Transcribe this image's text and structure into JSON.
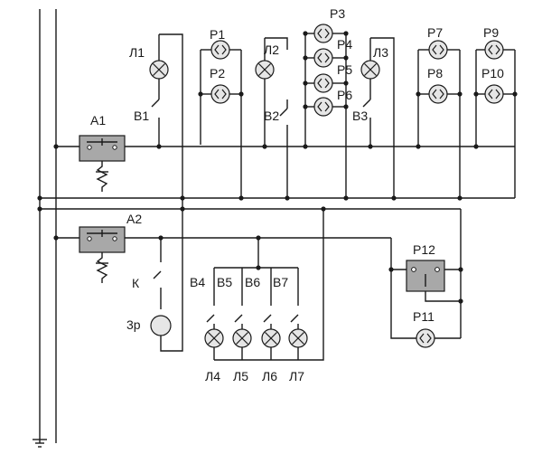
{
  "labels": {
    "A1": "A1",
    "A2": "A2",
    "L1": "Л1",
    "L2": "Л2",
    "L3": "Л3",
    "L4": "Л4",
    "L5": "Л5",
    "L6": "Л6",
    "L7": "Л7",
    "B1": "В1",
    "B2": "В2",
    "B3": "В3",
    "B4": "В4",
    "B5": "В5",
    "B6": "В6",
    "B7": "В7",
    "P1": "Р1",
    "P2": "Р2",
    "P3": "Р3",
    "P4": "Р4",
    "P5": "Р5",
    "P6": "Р6",
    "P7": "Р7",
    "P8": "Р8",
    "P9": "Р9",
    "P10": "Р10",
    "P11": "Р11",
    "P12": "Р12",
    "K": "К",
    "Zr": "3р"
  },
  "colors": {
    "line": "#1a1a1a",
    "lamp_fill": "#e6e6e6",
    "breaker_fill": "#a8a8a8"
  },
  "components": {
    "breakers": [
      "A1",
      "A2"
    ],
    "lamps": [
      "L1",
      "L2",
      "L3",
      "L4",
      "L5",
      "L6",
      "L7"
    ],
    "switches": [
      "B1",
      "B2",
      "B3",
      "B4",
      "B5",
      "B6",
      "B7",
      "K"
    ],
    "sockets": [
      "P1",
      "P2",
      "P3",
      "P4",
      "P5",
      "P6",
      "P7",
      "P8",
      "P9",
      "P10",
      "P11"
    ],
    "double_socket": "P12",
    "bell": "Zr"
  }
}
